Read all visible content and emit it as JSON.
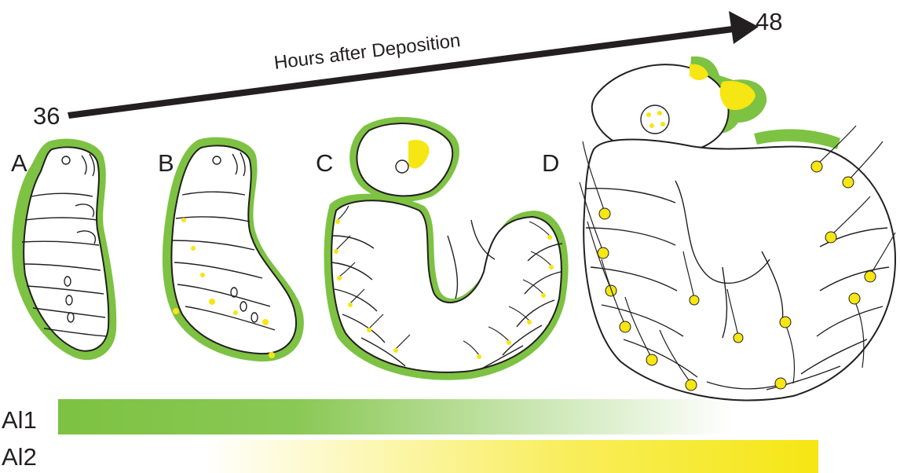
{
  "timeline": {
    "title": "Hours after Deposition",
    "start_label": "36",
    "end_label": "48"
  },
  "panels": [
    {
      "label": "A"
    },
    {
      "label": "B"
    },
    {
      "label": "C"
    },
    {
      "label": "D"
    }
  ],
  "bars": [
    {
      "label": "Al1",
      "color": "#7dc242"
    },
    {
      "label": "Al2",
      "color": "#f5e614"
    }
  ],
  "colors": {
    "green": "#7dc242",
    "yellow": "#f5e614",
    "ink": "#231f20"
  }
}
